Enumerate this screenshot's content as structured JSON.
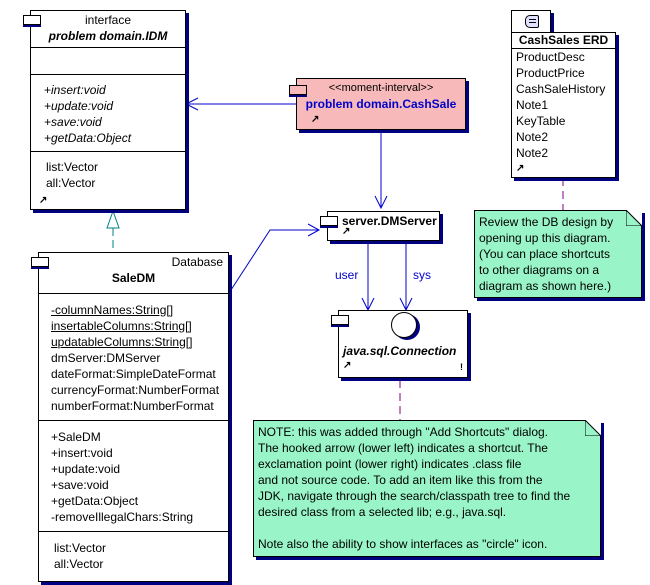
{
  "idm": {
    "stereotype": "interface",
    "name": "problem domain.IDM",
    "operations": [
      "+insert:void",
      "+update:void",
      "+save:void",
      "+getData:Object"
    ],
    "properties": [
      "list:Vector",
      "all:Vector"
    ]
  },
  "saledm": {
    "stereotype": "Database",
    "name": "SaleDM",
    "attributes": [
      {
        "text": "-columnNames:String[]",
        "static": true
      },
      {
        "text": "insertableColumns:String[]",
        "static": true
      },
      {
        "text": "updatableColumns:String[]",
        "static": true
      },
      {
        "text": "dmServer:DMServer",
        "static": false
      },
      {
        "text": "dateFormat:SimpleDateFormat",
        "static": false
      },
      {
        "text": "currencyFormat:NumberFormat",
        "static": false
      },
      {
        "text": "numberFormat:NumberFormat",
        "static": false
      }
    ],
    "operations": [
      "+SaleDM",
      "+insert:void",
      "+update:void",
      "+save:void",
      "+getData:Object",
      "-removeIllegalChars:String"
    ],
    "properties": [
      "list:Vector",
      "all:Vector"
    ]
  },
  "cashsale": {
    "stereotype": "<<moment-interval>>",
    "name": "problem domain.CashSale",
    "fill": "#f7b9b9",
    "name_color": "#0000cc"
  },
  "dmserver": {
    "name": "server.DMServer"
  },
  "connection": {
    "name": "java.sql.Connection",
    "class_file_marker": "!"
  },
  "erd": {
    "title": "CashSales ERD",
    "items": [
      "ProductDesc",
      "ProductPrice",
      "CashSaleHistory",
      "Note1",
      "KeyTable",
      "Note2",
      "Note2"
    ]
  },
  "links": {
    "user": "user",
    "sys": "sys"
  },
  "notes": {
    "review": "Review the DB design by\nopening up this diagram.\n(You can place shortcuts\nto other diagrams on a\ndiagram as shown here.)",
    "shortcuts": "NOTE: this was added through \"Add Shortcuts\" dialog.\nThe hooked arrow (lower left) indicates a shortcut. The\nexclamation point (lower right) indicates .class file\nand not source code. To add an item like this from the\nJDK, navigate through the search/classpath tree to find the\ndesired class from a selected lib; e.g., java.sql.\n\nNote also the ability to show interfaces as \"circle\" icon."
  },
  "colors": {
    "note_fill": "#99f5c8",
    "link": "#0000cc",
    "shadow": "#000080",
    "inherit": "#008080",
    "note_link": "#800080"
  }
}
